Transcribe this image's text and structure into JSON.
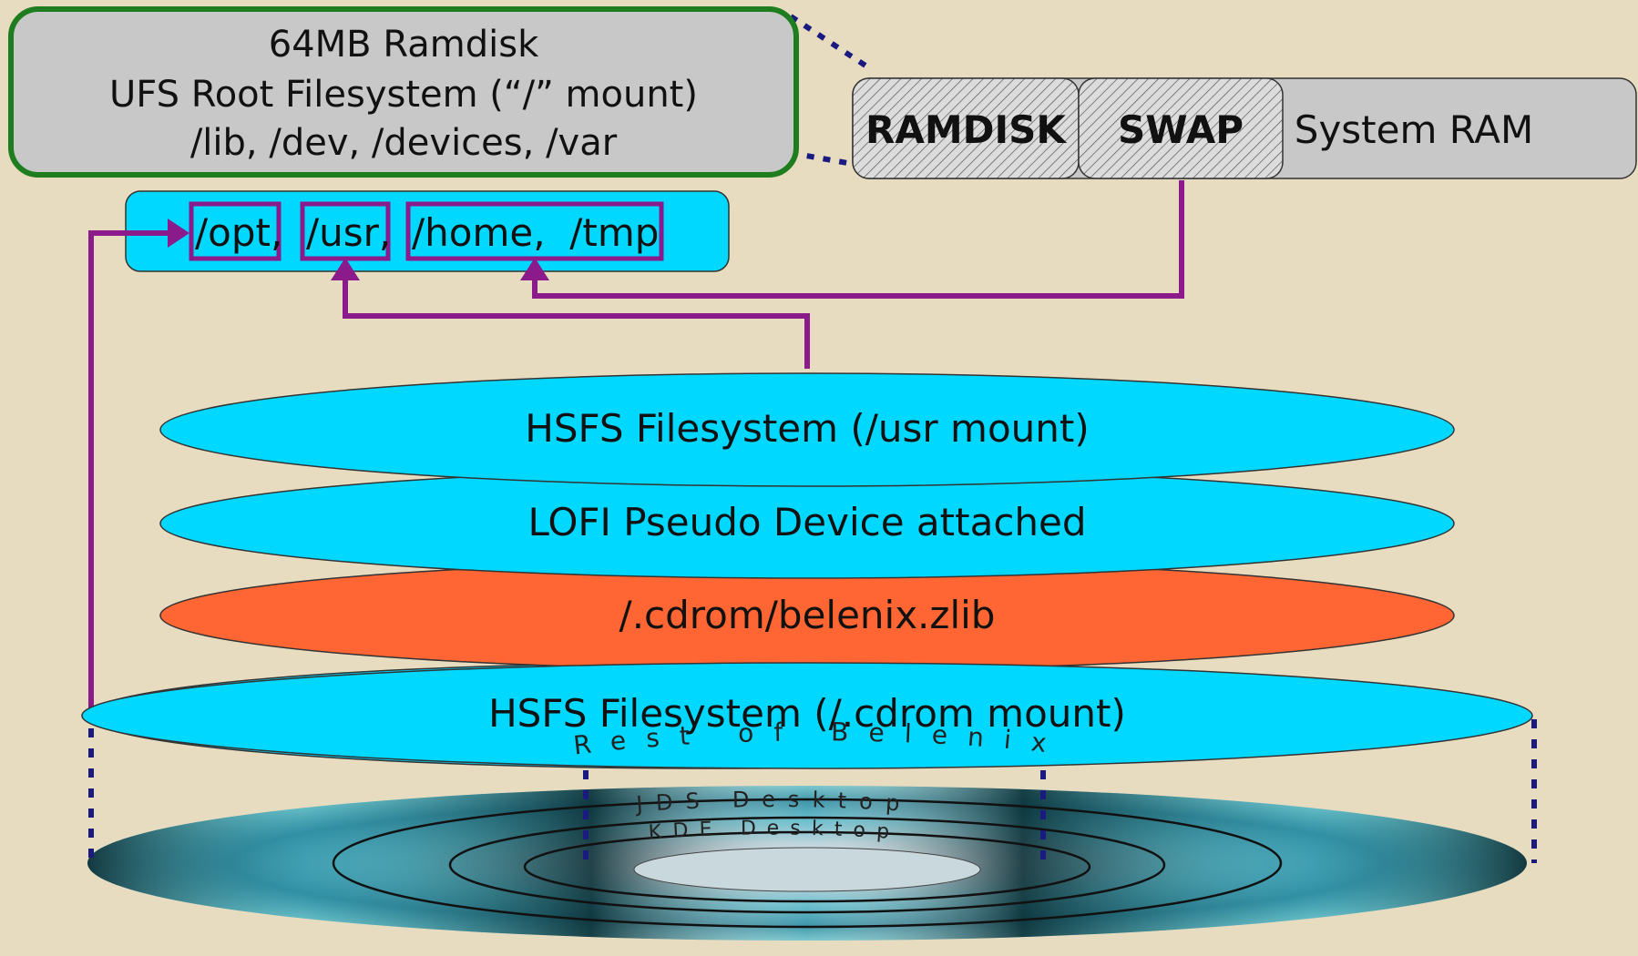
{
  "ramdisk_box": {
    "line1": "64MB Ramdisk",
    "line2": "UFS Root Filesystem (“/” mount)",
    "line3": "/lib, /dev, /devices, /var"
  },
  "memory_bar": {
    "ramdisk_label": "RAMDISK",
    "swap_label": "SWAP",
    "system_ram_label": "System RAM"
  },
  "dirs_box": {
    "opt_label": "/opt,",
    "usr_label": "/usr,",
    "home_tmp_label": "/home,  /tmp"
  },
  "layers": {
    "hsfs_usr": "HSFS Filesystem (/usr mount)",
    "lofi": "LOFI Pseudo Device attached",
    "zlib": "/.cdrom/belenix.zlib",
    "hsfs_cdrom": "HSFS Filesystem (/.cdrom mount)"
  },
  "cd_rings": {
    "outer": "Rest of Belenix",
    "middle": "JDS Desktop",
    "inner": "KDE Desktop"
  },
  "colors": {
    "background": "#e8dcc0",
    "ramdisk_fill": "#c8c8c8",
    "ramdisk_border": "#1e7d1e",
    "cyan": "#00d8ff",
    "orange": "#ff6633",
    "purple": "#8b1a8b",
    "dotted_blue": "#1a1a80"
  }
}
